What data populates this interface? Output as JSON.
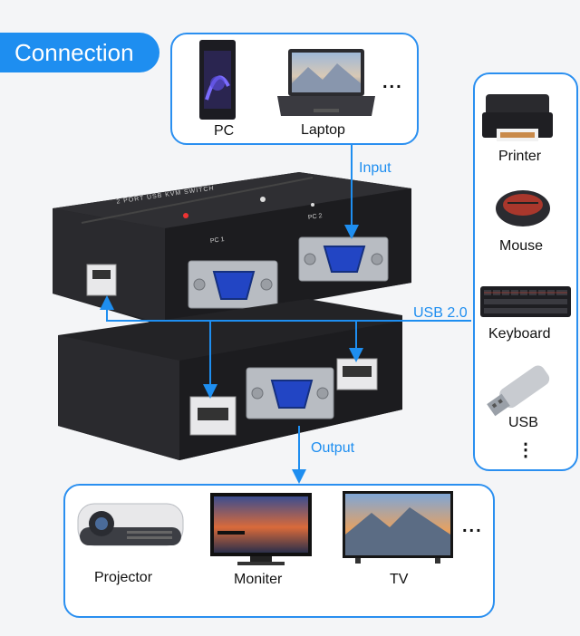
{
  "badge": {
    "label": "Connection"
  },
  "input_group": {
    "items": [
      "PC",
      "Laptop"
    ],
    "more": "..."
  },
  "peripherals": {
    "items": [
      "Printer",
      "Mouse",
      "Keyboard",
      "USB"
    ],
    "more": "⋮"
  },
  "output_group": {
    "items": [
      "Projector",
      "Moniter",
      "TV"
    ],
    "more": "..."
  },
  "flows": {
    "input": "Input",
    "output": "Output",
    "usb": "USB 2.0"
  },
  "device": {
    "top_label": "2 PORT USB KVM SWITCH",
    "port_labels": [
      "PC 1",
      "PC 2"
    ]
  },
  "colors": {
    "accent": "#1e8ef0",
    "vga_blue": "#2245c4",
    "device_body": "#2a2a2c"
  }
}
